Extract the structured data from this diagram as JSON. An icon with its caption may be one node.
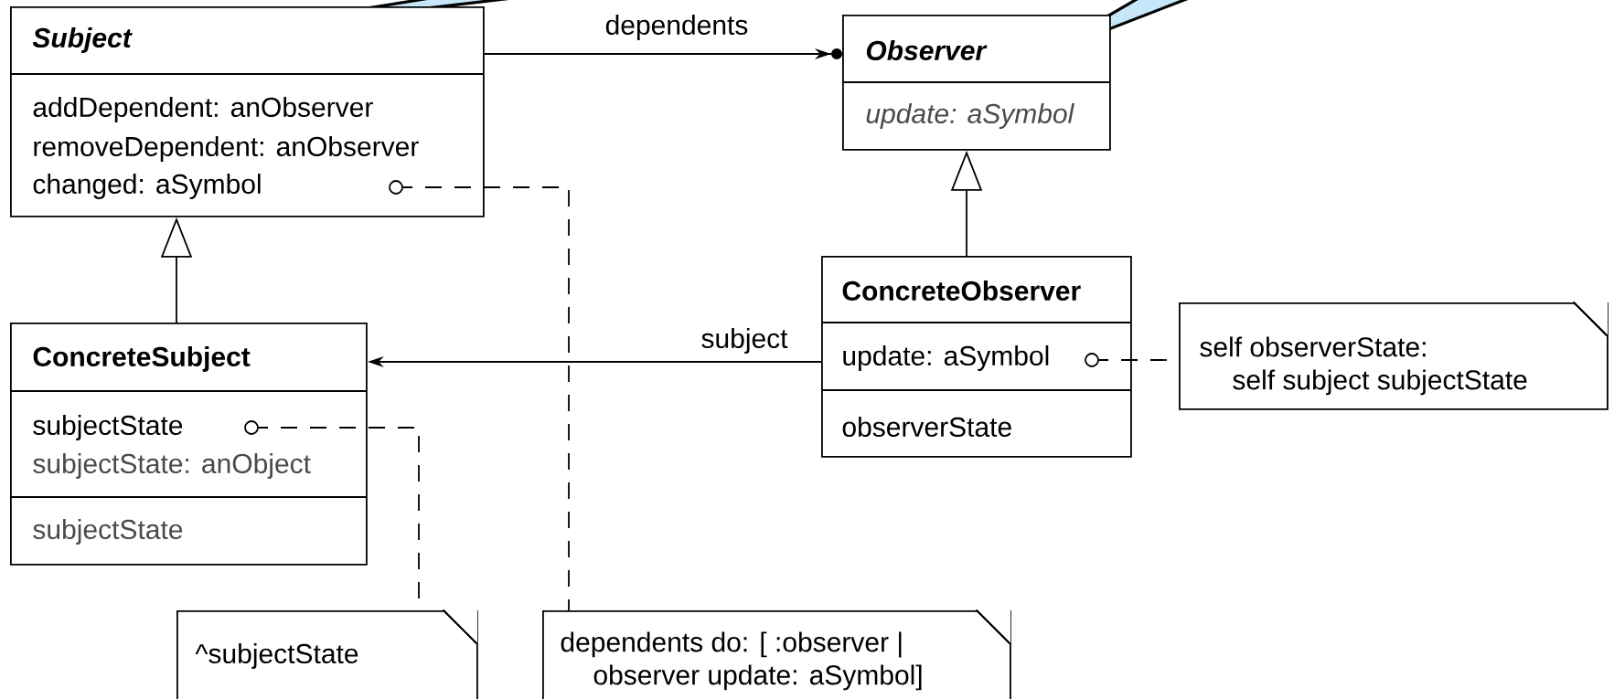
{
  "diagram": {
    "nodes": [
      {
        "text": [
          "Subject",
          "addDependent: anObserver",
          "removeDependent: anObserver",
          "changed: aSymbol"
        ]
      },
      {
        "text": [
          "Observer",
          "update: aSymbol"
        ]
      },
      {
        "text": [
          "ConcreteObserver",
          "update: aSymbol",
          "observerState"
        ]
      },
      {
        "text": [
          "ConcreteSubject",
          "subjectState",
          "subjectState: anObject",
          "subjectState"
        ]
      },
      {
        "text": [
          "self observerState: self subject subjectState"
        ]
      },
      {
        "text": [
          "^subjectState"
        ]
      },
      {
        "text": [
          "dependents do: [ :observer | observer update: aSymbol]"
        ]
      }
    ],
    "edges": [
      {
        "from": 0,
        "to": 1,
        "arrow": "to",
        "label": "dependents"
      },
      {
        "from": 3,
        "to": 0,
        "arrow": "to"
      },
      {
        "from": 2,
        "to": 1,
        "arrow": "to"
      },
      {
        "from": 2,
        "to": 3,
        "arrow": "to",
        "label": "subject"
      },
      {
        "from": 0,
        "to": 6,
        "arrow": "other",
        "style": "dashed"
      },
      {
        "from": 3,
        "to": 5,
        "arrow": "other",
        "style": "dashed"
      },
      {
        "from": 2,
        "to": 4,
        "arrow": "other",
        "style": "dashed"
      }
    ]
  }
}
